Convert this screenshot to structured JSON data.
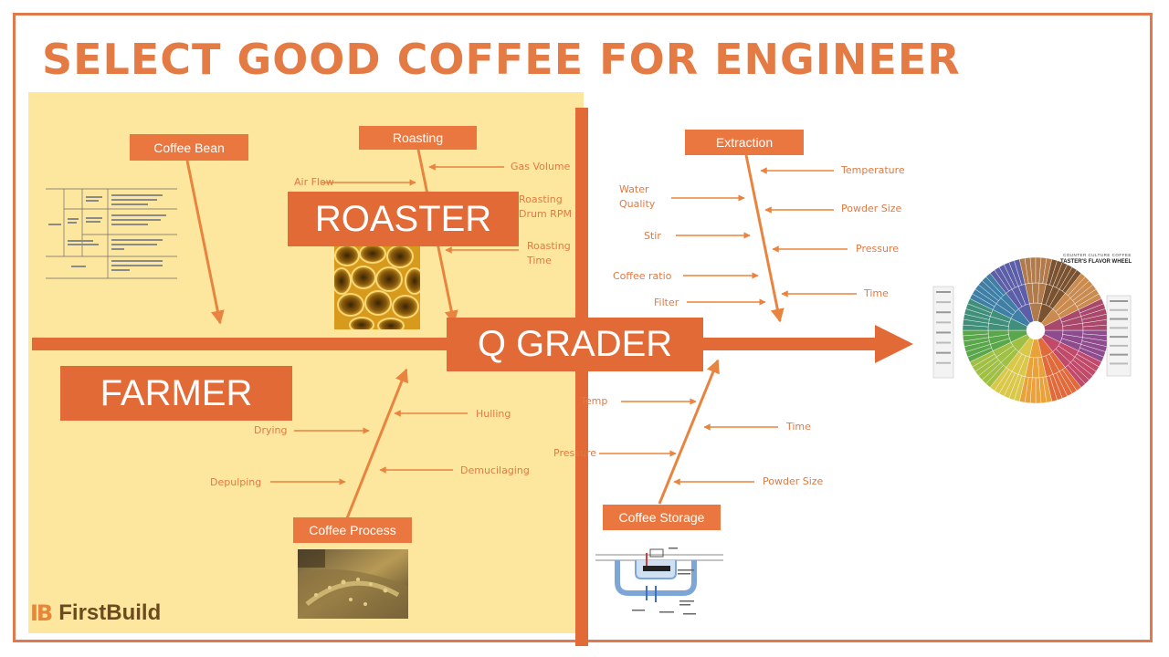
{
  "title": "SELECT GOOD COFFEE FOR ENGINEER",
  "roles": {
    "roaster": "ROASTER",
    "farmer": "FARMER",
    "q_grader": "Q GRADER"
  },
  "categories": {
    "coffee_bean": "Coffee Bean",
    "roasting": "Roasting",
    "extraction": "Extraction",
    "coffee_process": "Coffee Process",
    "coffee_storage": "Coffee Storage"
  },
  "factors": {
    "roasting": {
      "air_flow": "Air Flow",
      "gas_volume": "Gas Volume",
      "roasting_drum_rpm": "Roasting\nDrum RPM",
      "roasting_time": "Roasting\nTime"
    },
    "extraction": {
      "water_quality": "Water\nQuality",
      "temperature": "Temperature",
      "powder_size": "Powder Size",
      "stir": "Stir",
      "pressure": "Pressure",
      "coffee_ratio": "Coffee ratio",
      "time": "Time",
      "filter": "Filter"
    },
    "process": {
      "drying": "Drying",
      "hulling": "Hulling",
      "depulping": "Depulping",
      "demucilaging": "Demucilaging"
    },
    "storage": {
      "temp": "Temp",
      "pressure": "Pressure",
      "time": "Time",
      "powder_size": "Powder Size"
    }
  },
  "flavor_wheel": {
    "brand": "COUNTER CULTURE COFFEE",
    "name": "TASTER'S FLAVOR WHEEL"
  },
  "logo": {
    "mark": "IB",
    "text": "FirstBuild"
  },
  "colors": {
    "accent": "#e9773f",
    "title": "#e47b45",
    "panel": "#fde79e",
    "arrow": "#e8843f"
  }
}
